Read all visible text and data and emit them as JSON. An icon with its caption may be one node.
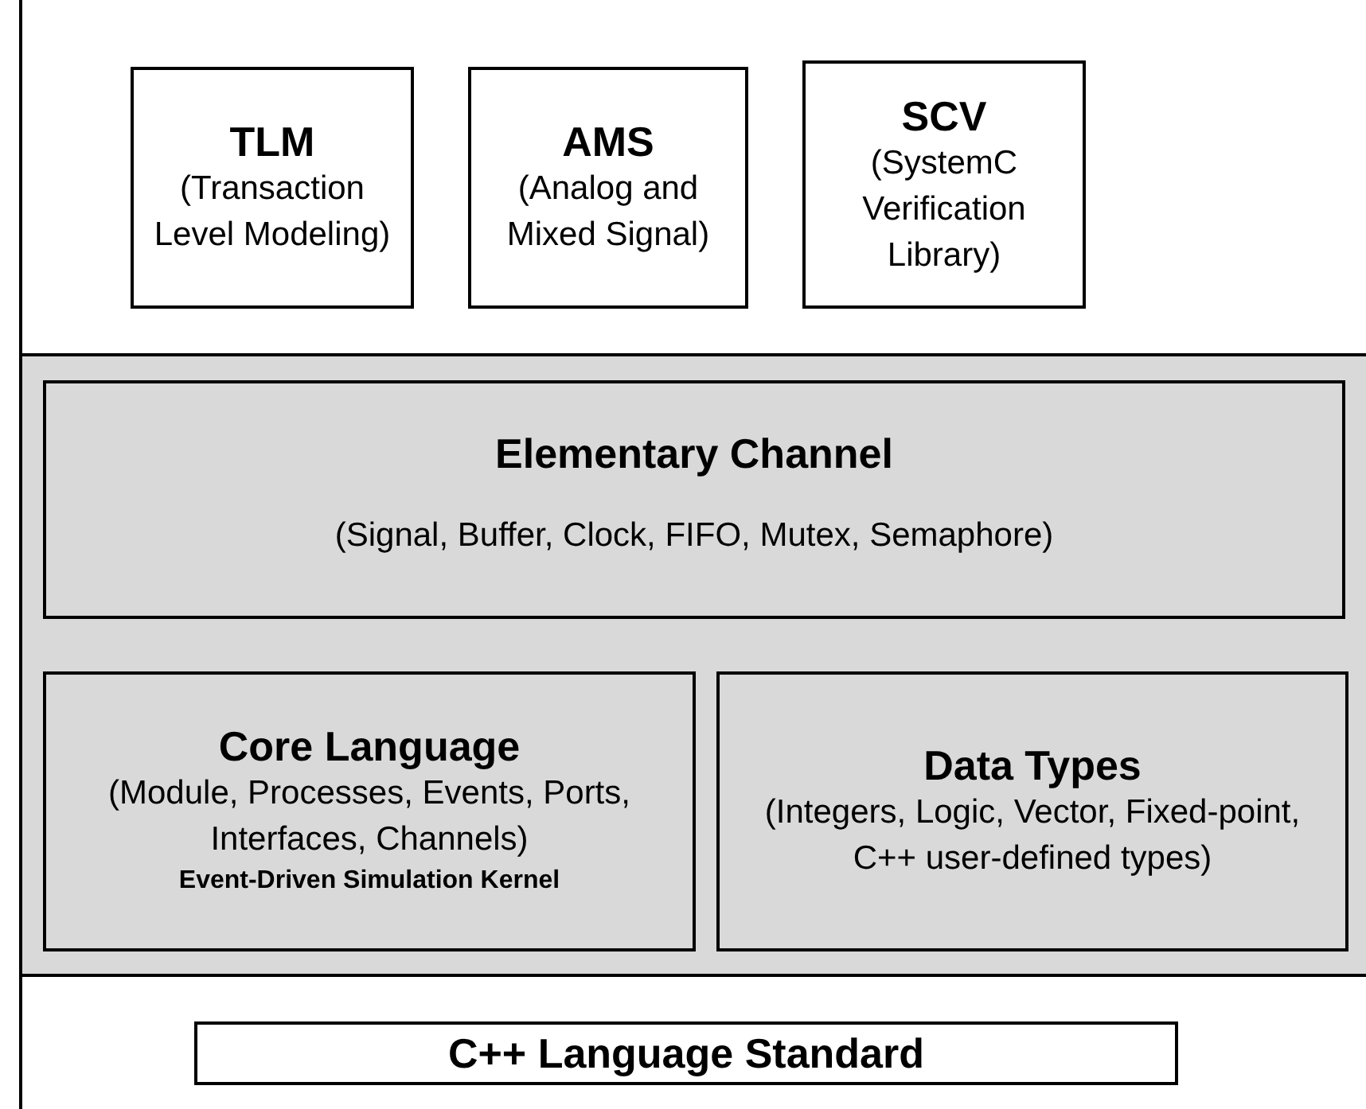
{
  "diagram": {
    "nodes": [
      {
        "text": [],
        "shape": "band"
      },
      {
        "text": [
          "TLM",
          "(Transaction Level Modeling)"
        ],
        "in": 0
      },
      {
        "text": [
          "AMS",
          "(Analog and Mixed Signal)"
        ],
        "in": 0
      },
      {
        "text": [
          "SCV",
          "(SystemC Verification Library)"
        ],
        "in": 0
      },
      {
        "text": [],
        "shape": "band"
      },
      {
        "text": [
          "Elementary Channel",
          "(Signal, Buffer, Clock, FIFO, Mutex, Semaphore)"
        ],
        "in": 4
      },
      {
        "text": [
          "Core Language",
          "(Module, Processes, Events, Ports, Interfaces, Channels)",
          "Event-Driven Simulation Kernel"
        ],
        "in": 4
      },
      {
        "text": [
          "Data Types",
          "(Integers, Logic, Vector, Fixed-point, C++ user-defined types)"
        ],
        "in": 4
      },
      {
        "text": [],
        "shape": "band"
      },
      {
        "text": [
          "C++ Language Standard"
        ],
        "in": 8
      }
    ]
  }
}
